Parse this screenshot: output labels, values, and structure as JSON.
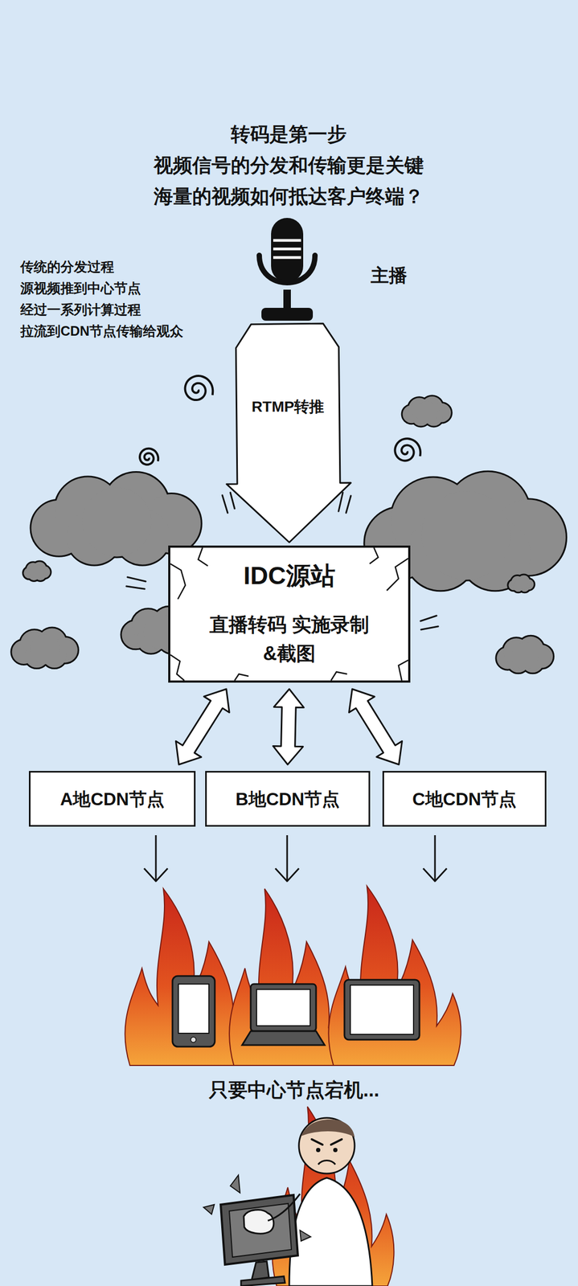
{
  "diagram": {
    "title": "转码是第一步 视频信号的分发和传输更是关键 海量的视频如何抵达客户终端？",
    "nodes": [
      {
        "text": [
          "主播"
        ]
      },
      {
        "text": [
          "IDC源站",
          "直播转码 实施录制&截图"
        ]
      },
      {
        "text": [
          "A地CDN节点"
        ]
      },
      {
        "text": [
          "B地CDN节点"
        ]
      },
      {
        "text": [
          "C地CDN节点"
        ]
      }
    ],
    "edges": [
      {
        "from": 0,
        "to": 1,
        "label": "RTMP转推",
        "arrow": "to"
      },
      {
        "from": 1,
        "to": 2,
        "arrow": "both"
      },
      {
        "from": 1,
        "to": 3,
        "arrow": "both"
      },
      {
        "from": 1,
        "to": 4,
        "arrow": "both"
      }
    ],
    "labels": [
      "传统的分发过程 源视频推到中心节点 经过一系列计算过程 拉流到CDN节点传输给观众",
      "只要中心节点宕机..."
    ]
  }
}
